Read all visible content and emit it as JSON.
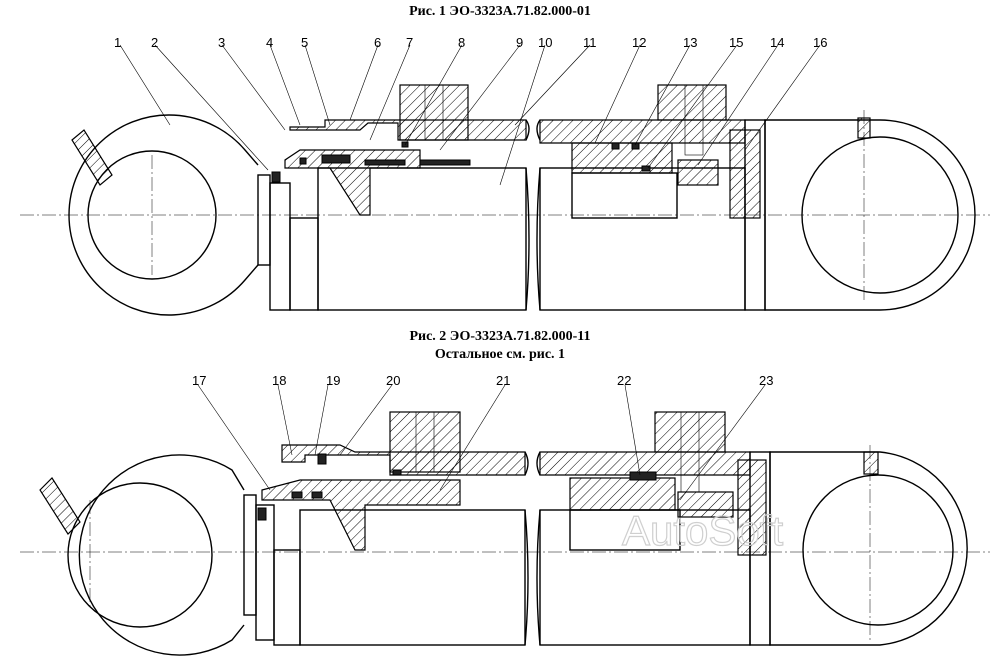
{
  "figure1": {
    "caption": "Рис. 1  ЭО-3323А.71.82.000-01",
    "callouts": [
      "1",
      "2",
      "3",
      "4",
      "5",
      "6",
      "7",
      "8",
      "9",
      "10",
      "11",
      "12",
      "13",
      "15",
      "14",
      "16"
    ]
  },
  "figure2": {
    "caption_line1": "Рис. 2  ЭО-3323А.71.82.000-11",
    "caption_line2": "Остальное см. рис. 1",
    "callouts": [
      "17",
      "18",
      "19",
      "20",
      "21",
      "22",
      "23"
    ]
  },
  "watermark": "AutoSoft"
}
